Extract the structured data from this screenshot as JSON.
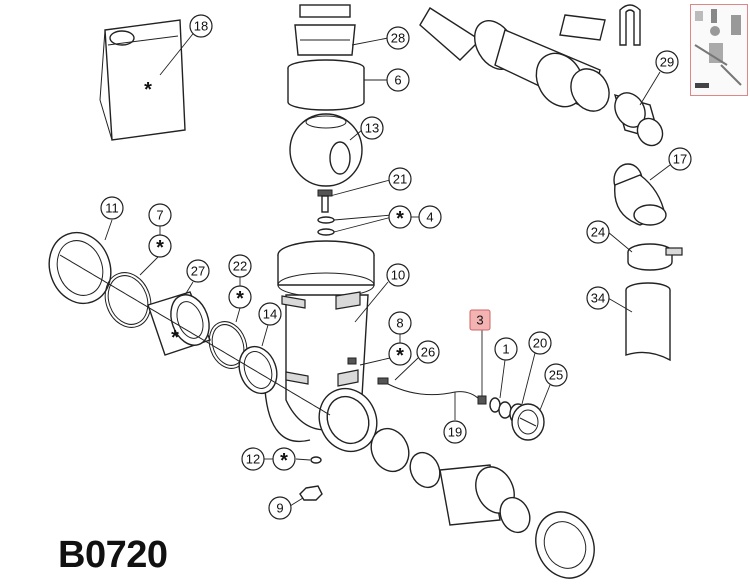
{
  "diagram": {
    "code": "B0720",
    "callouts": [
      "18",
      "28",
      "6",
      "13",
      "21",
      "4",
      "11",
      "7",
      "27",
      "22",
      "14",
      "10",
      "8",
      "26",
      "3",
      "1",
      "20",
      "25",
      "19",
      "12",
      "9",
      "29",
      "17",
      "24",
      "34"
    ],
    "star_symbol": "*",
    "highlighted_callout": "3",
    "highlight_color": "#f4b3b3",
    "line_color": "#222222"
  },
  "thumbnail": {
    "present": true
  }
}
